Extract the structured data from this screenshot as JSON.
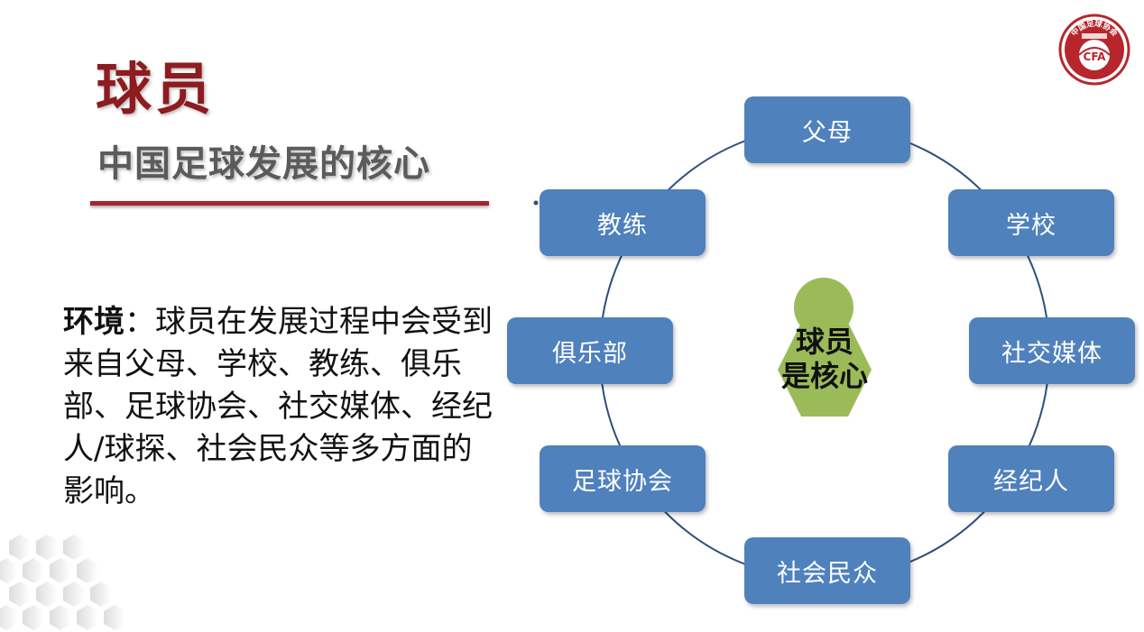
{
  "title": {
    "main": "球员",
    "sub": "中国足球发展的核心"
  },
  "environment": {
    "label": "环境",
    "colon": "：",
    "text": "球员在发展过程中会受到来自父母、学校、教练、俱乐部、足球协会、社交媒体、经纪人/球探、社会民众等多方面的影响。"
  },
  "logo": {
    "arc_text": "中国足球协会",
    "badge_text": "CFA",
    "icon": "cfa-emblem-icon"
  },
  "diagram": {
    "center": {
      "line1": "球员",
      "line2": "是核心"
    },
    "nodes": {
      "parents": "父母",
      "school": "学校",
      "social_media": "社交媒体",
      "agent": "经纪人",
      "public": "社会民众",
      "football_association": "足球协会",
      "club": "俱乐部",
      "coach": "教练"
    }
  },
  "colors": {
    "title_red": "#8e1b1f",
    "node_blue": "#4f81bd",
    "ring_blue": "#2e4e7e",
    "core_green": "#9bbb59"
  }
}
